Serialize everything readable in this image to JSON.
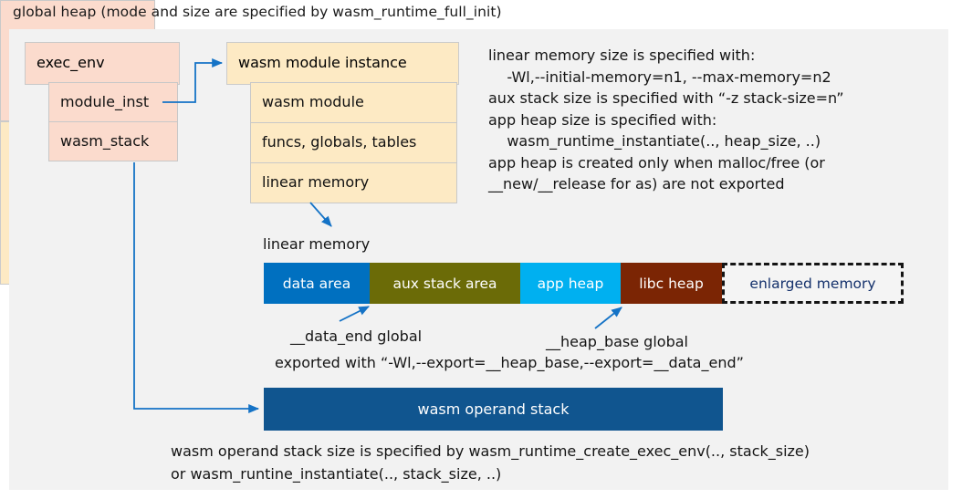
{
  "title": "global heap (mode and size are specified by wasm_runtime_full_init)",
  "colors": {
    "panel_bg": "#f2f2f2",
    "exec_env_fill": "#fbdbcd",
    "module_instance_fill": "#fdeac4",
    "data_area": "#0070c0",
    "aux_stack_area": "#6b6b07",
    "app_heap": "#00b0f0",
    "libc_heap": "#7b2504",
    "enlarged_memory_text": "#13306b",
    "operand_stack": "#10558f",
    "connector": "#1573c6"
  },
  "exec_env": {
    "header": "exec_env",
    "fields": [
      {
        "label": "module_inst"
      },
      {
        "label": "wasm_stack"
      }
    ]
  },
  "module_instance": {
    "header": "wasm module instance",
    "fields": [
      {
        "label": "wasm module"
      },
      {
        "label": "funcs, globals, tables"
      },
      {
        "label": "linear memory"
      }
    ]
  },
  "info_lines": [
    "linear memory size is specified with:",
    "    -Wl,--initial-memory=n1, --max-memory=n2",
    "aux stack size is specified with “-z stack-size=n”",
    "app heap size is specified with:",
    "    wasm_runtime_instantiate(.., heap_size, ..)",
    "app heap is created only when malloc/free (or",
    "__new/__release for as) are not exported"
  ],
  "linear_memory": {
    "caption": "linear memory",
    "segments": [
      {
        "label": "data area",
        "color": "#0070c0",
        "width": 116,
        "text_color": "#ffffff",
        "dashed": false
      },
      {
        "label": "aux stack area",
        "color": "#6b6b07",
        "width": 165,
        "text_color": "#ffffff",
        "dashed": false
      },
      {
        "label": "app heap",
        "color": "#00b0f0",
        "width": 110,
        "text_color": "#ffffff",
        "dashed": false
      },
      {
        "label": "libc heap",
        "color": "#7b2504",
        "width": 111,
        "text_color": "#ffffff",
        "dashed": false
      },
      {
        "label": "enlarged memory",
        "color": "#f4f4f4",
        "width": 199,
        "text_color": "#13306b",
        "dashed": true
      }
    ]
  },
  "annotations": {
    "data_end": "__data_end global",
    "heap_base": "__heap_base global",
    "exported": "exported with “-Wl,--export=__heap_base,--export=__data_end”"
  },
  "operand_stack": {
    "label": "wasm operand stack"
  },
  "bottom_caption_lines": [
    "wasm operand stack size is specified by wasm_runtime_create_exec_env(.., stack_size)",
    "or wasm_runtine_instantiate(.., stack_size, ..)"
  ]
}
